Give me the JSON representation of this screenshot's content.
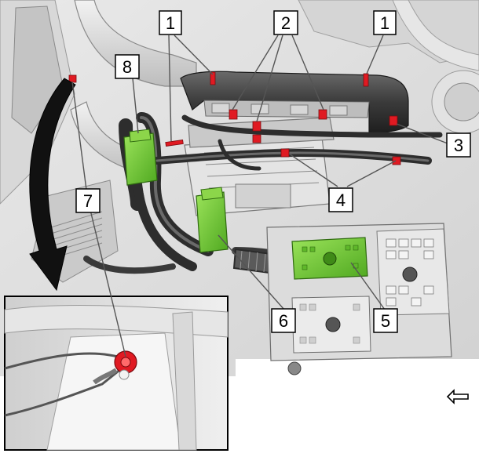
{
  "callouts": [
    {
      "id": "c1a",
      "label": "1"
    },
    {
      "id": "c2",
      "label": "2"
    },
    {
      "id": "c1b",
      "label": "1"
    },
    {
      "id": "c8",
      "label": "8"
    },
    {
      "id": "c3",
      "label": "3"
    },
    {
      "id": "c7",
      "label": "7"
    },
    {
      "id": "c4",
      "label": "4"
    },
    {
      "id": "c6",
      "label": "6"
    },
    {
      "id": "c5",
      "label": "5"
    }
  ],
  "orientation_arrow": {
    "icon": "left-arrow-icon",
    "direction": "left"
  },
  "colors": {
    "highlight_red": "#e01a22",
    "highlight_green": "#6fce2c",
    "line_gray": "#555555",
    "harness_dark": "#3a3a3a"
  }
}
